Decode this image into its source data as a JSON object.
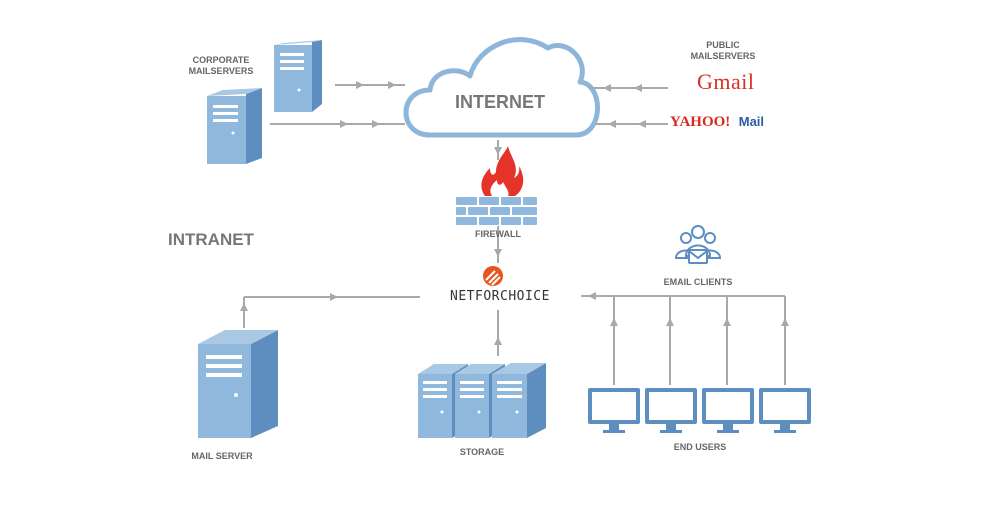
{
  "labels": {
    "corporate_line1": "CORPORATE",
    "corporate_line2": "MAILSERVERS",
    "internet": "INTERNET",
    "public_line1": "PUBLIC",
    "public_line2": "MAILSERVERS",
    "gmail": "Gmail",
    "yahoo": "YAHOO!",
    "yahoo_mail": "Mail",
    "firewall": "FIREWALL",
    "intranet": "INTRANET",
    "netforchoice": "NETFORCHOICE",
    "email_clients": "EMAIL CLIENTS",
    "mail_server": "MAIL SERVER",
    "storage": "STORAGE",
    "end_users": "END USERS"
  },
  "colors": {
    "server_light": "#8FB8DC",
    "server_dark": "#5D8EBF",
    "cloud_stroke": "#8DB6DA",
    "arrow": "#A9A9A9",
    "label_gray": "#666666",
    "firewall_flame": "#E5332A",
    "netforchoice_orange": "#E8541E",
    "yahoo_red": "#E0261B",
    "mail_blue": "#2A5BA8"
  },
  "icons": [
    "server-icon",
    "cloud-icon",
    "firewall-icon",
    "netforchoice-logo",
    "storage-icon",
    "monitor-icon",
    "email-clients-icon"
  ]
}
